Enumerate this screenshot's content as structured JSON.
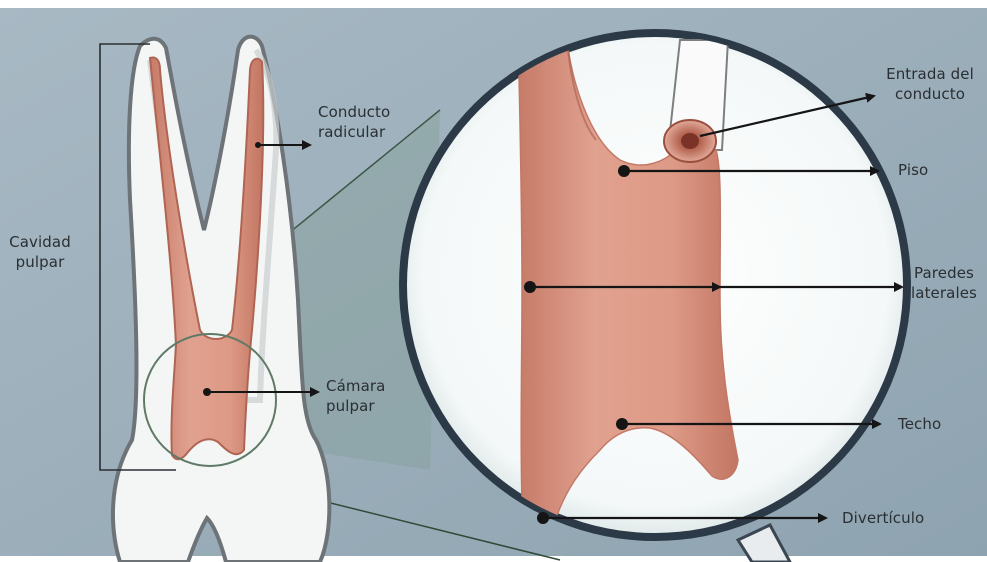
{
  "labels": {
    "cavidad": [
      "Cavidad",
      "pulpar"
    ],
    "conducto_radicular": [
      "Conducto",
      "radicular"
    ],
    "camara_pulpar": [
      "Cámara",
      "pulpar"
    ],
    "entrada_conducto": [
      "Entrada del",
      "conducto"
    ],
    "piso": "Piso",
    "paredes_laterales": [
      "Paredes",
      "laterales"
    ],
    "techo": "Techo",
    "diverticulo": "Divertículo"
  },
  "colors": {
    "background": "#95a9b6",
    "tooth_enamel": "#f4f6f6",
    "tooth_outline": "#6d7377",
    "pulp": "#d99683",
    "pulp_dark": "#b96a58",
    "lens_rim": "#2c3947",
    "arrow": "#151515",
    "zoom_cone": "#33483c"
  }
}
